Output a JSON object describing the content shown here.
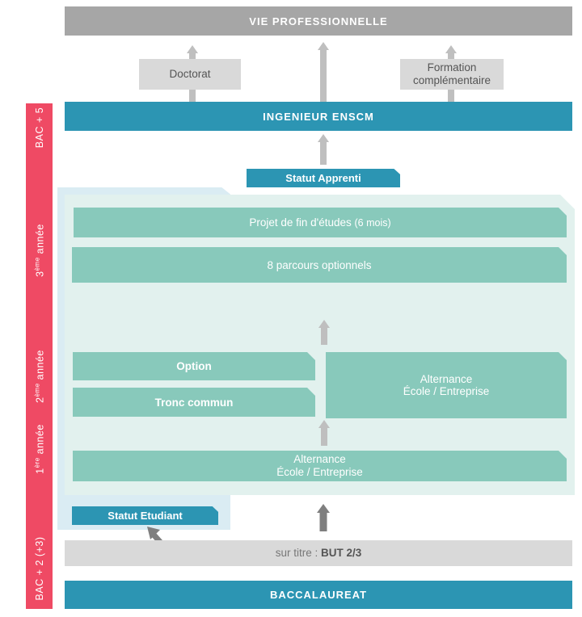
{
  "side_labels": {
    "bac5": "BAC + 5",
    "annee3_pre": "3",
    "annee3_sup": "ème",
    "annee3_post": " année",
    "annee2_pre": "2",
    "annee2_sup": "ème",
    "annee2_post": " année",
    "annee1_pre": "1",
    "annee1_sup": "ère",
    "annee1_post": " année",
    "bac2_pre": "BAC + 2",
    "bac2_paren": "(+3)"
  },
  "vie_professionnelle": "VIE PROFESSIONNELLE",
  "doctorat": "Doctorat",
  "formation_complementaire": [
    "Formation",
    "complémentaire"
  ],
  "ingenieur": "INGENIEUR ENSCM",
  "statut_apprenti": "Statut Apprenti",
  "projet": {
    "main": "Projet de fin d'études",
    "paren": "(6 mois)"
  },
  "parcours": "8 parcours optionnels",
  "option": "Option",
  "tronc_commun": "Tronc commun",
  "alternance_right": [
    "Alternance",
    "École / Entreprise"
  ],
  "alternance_bottom": [
    "Alternance",
    "École / Entreprise"
  ],
  "statut_etudiant": "Statut Etudiant",
  "sur_titre": {
    "prefix": "sur titre :",
    "value": "BUT 2/3"
  },
  "baccalaureat": "BACCALAUREAT",
  "colors": {
    "side_red": "#ef4a64",
    "blue": "#2c95b3",
    "teal": "#88c9bb",
    "grey": "#a6a6a6",
    "light_grey": "#d9d9d9"
  }
}
